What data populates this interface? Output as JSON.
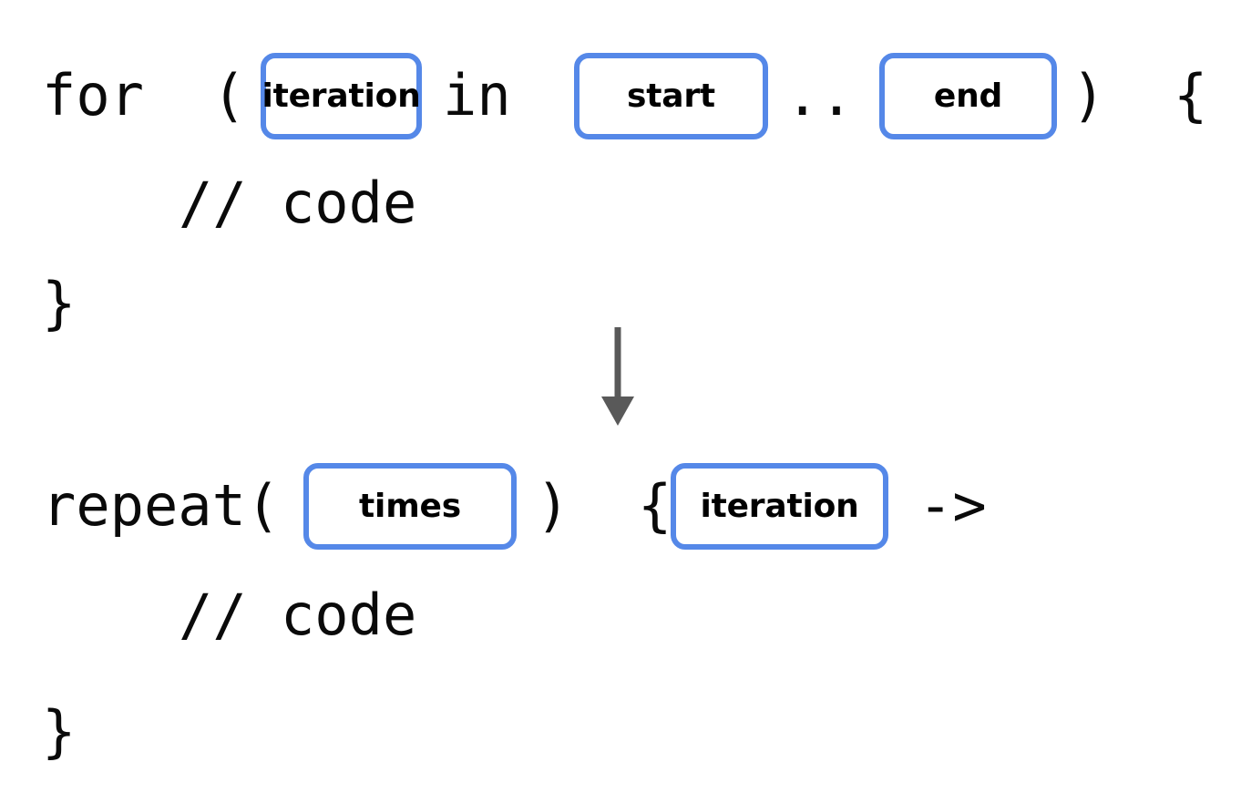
{
  "theme": {
    "background": "#ffffff",
    "code_color": "#0a0a0a",
    "chip_border_color": "#5588e8",
    "chip_fill_color": "#ffffff",
    "chip_label_color": "#000000",
    "arrow_color": "#595959"
  },
  "diagram": {
    "type": "code-transformation",
    "arrow": {
      "icon": "down-arrow-icon",
      "direction": "down",
      "color": "#595959"
    }
  },
  "before": {
    "name": "for-loop-snippet",
    "line1": {
      "keyword": "for  (",
      "chip_iteration": "iteration",
      "keyword_in": "in",
      "chip_start": "start",
      "range_operator": "..",
      "chip_end": "end",
      "closing": ")  {"
    },
    "line2": {
      "comment": "// code"
    },
    "line3": {
      "brace": "}"
    }
  },
  "after": {
    "name": "repeat-snippet",
    "line1": {
      "keyword": "repeat(",
      "chip_times": "times",
      "middle": ")  {",
      "chip_iteration": "iteration",
      "lambda_arrow": "->"
    },
    "line2": {
      "comment": "// code"
    },
    "line3": {
      "brace": "}"
    }
  }
}
